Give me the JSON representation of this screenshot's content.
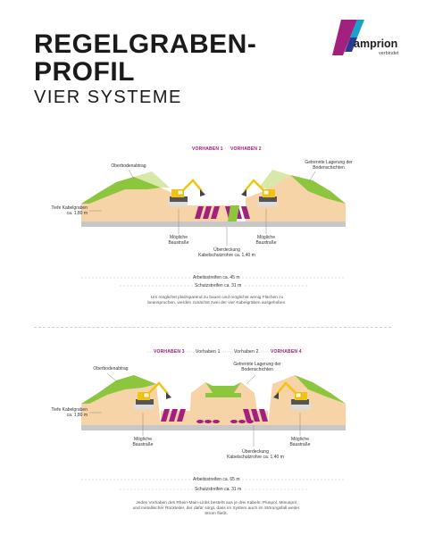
{
  "header": {
    "title_line1": "REGELGRABEN-",
    "title_line2": "PROFIL",
    "subtitle": "VIER SYSTEME"
  },
  "logo": {
    "word": "amprion",
    "tagline": "verbindet"
  },
  "colors": {
    "magenta": "#a3207e",
    "green": "#8cc63f",
    "sand": "#f6d4a8",
    "yellow": "#f1c40f",
    "grey": "#c8c8c8"
  },
  "diagram1": {
    "vorhaben": [
      "VORHABEN 1",
      "VORHABEN 2"
    ],
    "oberboden": "Oberbodenabtrag",
    "getrennte": "Getrennte Lagerung der Bodenschichten",
    "tiefe": "Tiefe Kabelgraben ca. 1,80 m",
    "baustrasse_left": "Mögliche Baustraße",
    "baustrasse_right": "Mögliche Baustraße",
    "ueberdeckung": "Überdeckung Kabelschutzrohre ca. 1,40 m",
    "arbeitsstreifen": "Arbeitsstreifen ca. 45 m",
    "schutzstreifen": "Schutzstreifen ca. 31 m",
    "note": "Um möglichst platzsparend zu bauen und möglichst wenig Flächen zu beanspruchen, werden zunächst zwei der vier Kabelgräben ausgehoben."
  },
  "diagram2": {
    "vorhaben": [
      "VORHABEN 3",
      "Vorhaben 1",
      "Vorhaben 2",
      "VORHABEN 4"
    ],
    "oberboden": "Oberbodenabtrag",
    "getrennte": "Getrennte Lagerung der Bodenschichten",
    "tiefe": "Tiefe Kabelgraben ca. 1,80 m",
    "baustrasse_left": "Mögliche Baustraße",
    "baustrasse_right": "Mögliche Baustraße",
    "ueberdeckung": "Überdeckung Kabelschutzrohre ca. 1,40 m",
    "arbeitsstreifen": "Arbeitsstreifen ca. 65 m",
    "schutzstreifen": "Schutzstreifen ca. 31 m",
    "note": "Jedes Vorhaben des Rhein-Main-Links besteht aus je drei Kabeln: Pluspol, Minuspol und metallischer Rückleiter, der dafür sorgt, dass im System auch im Störungsfall weiter Strom fließt."
  }
}
